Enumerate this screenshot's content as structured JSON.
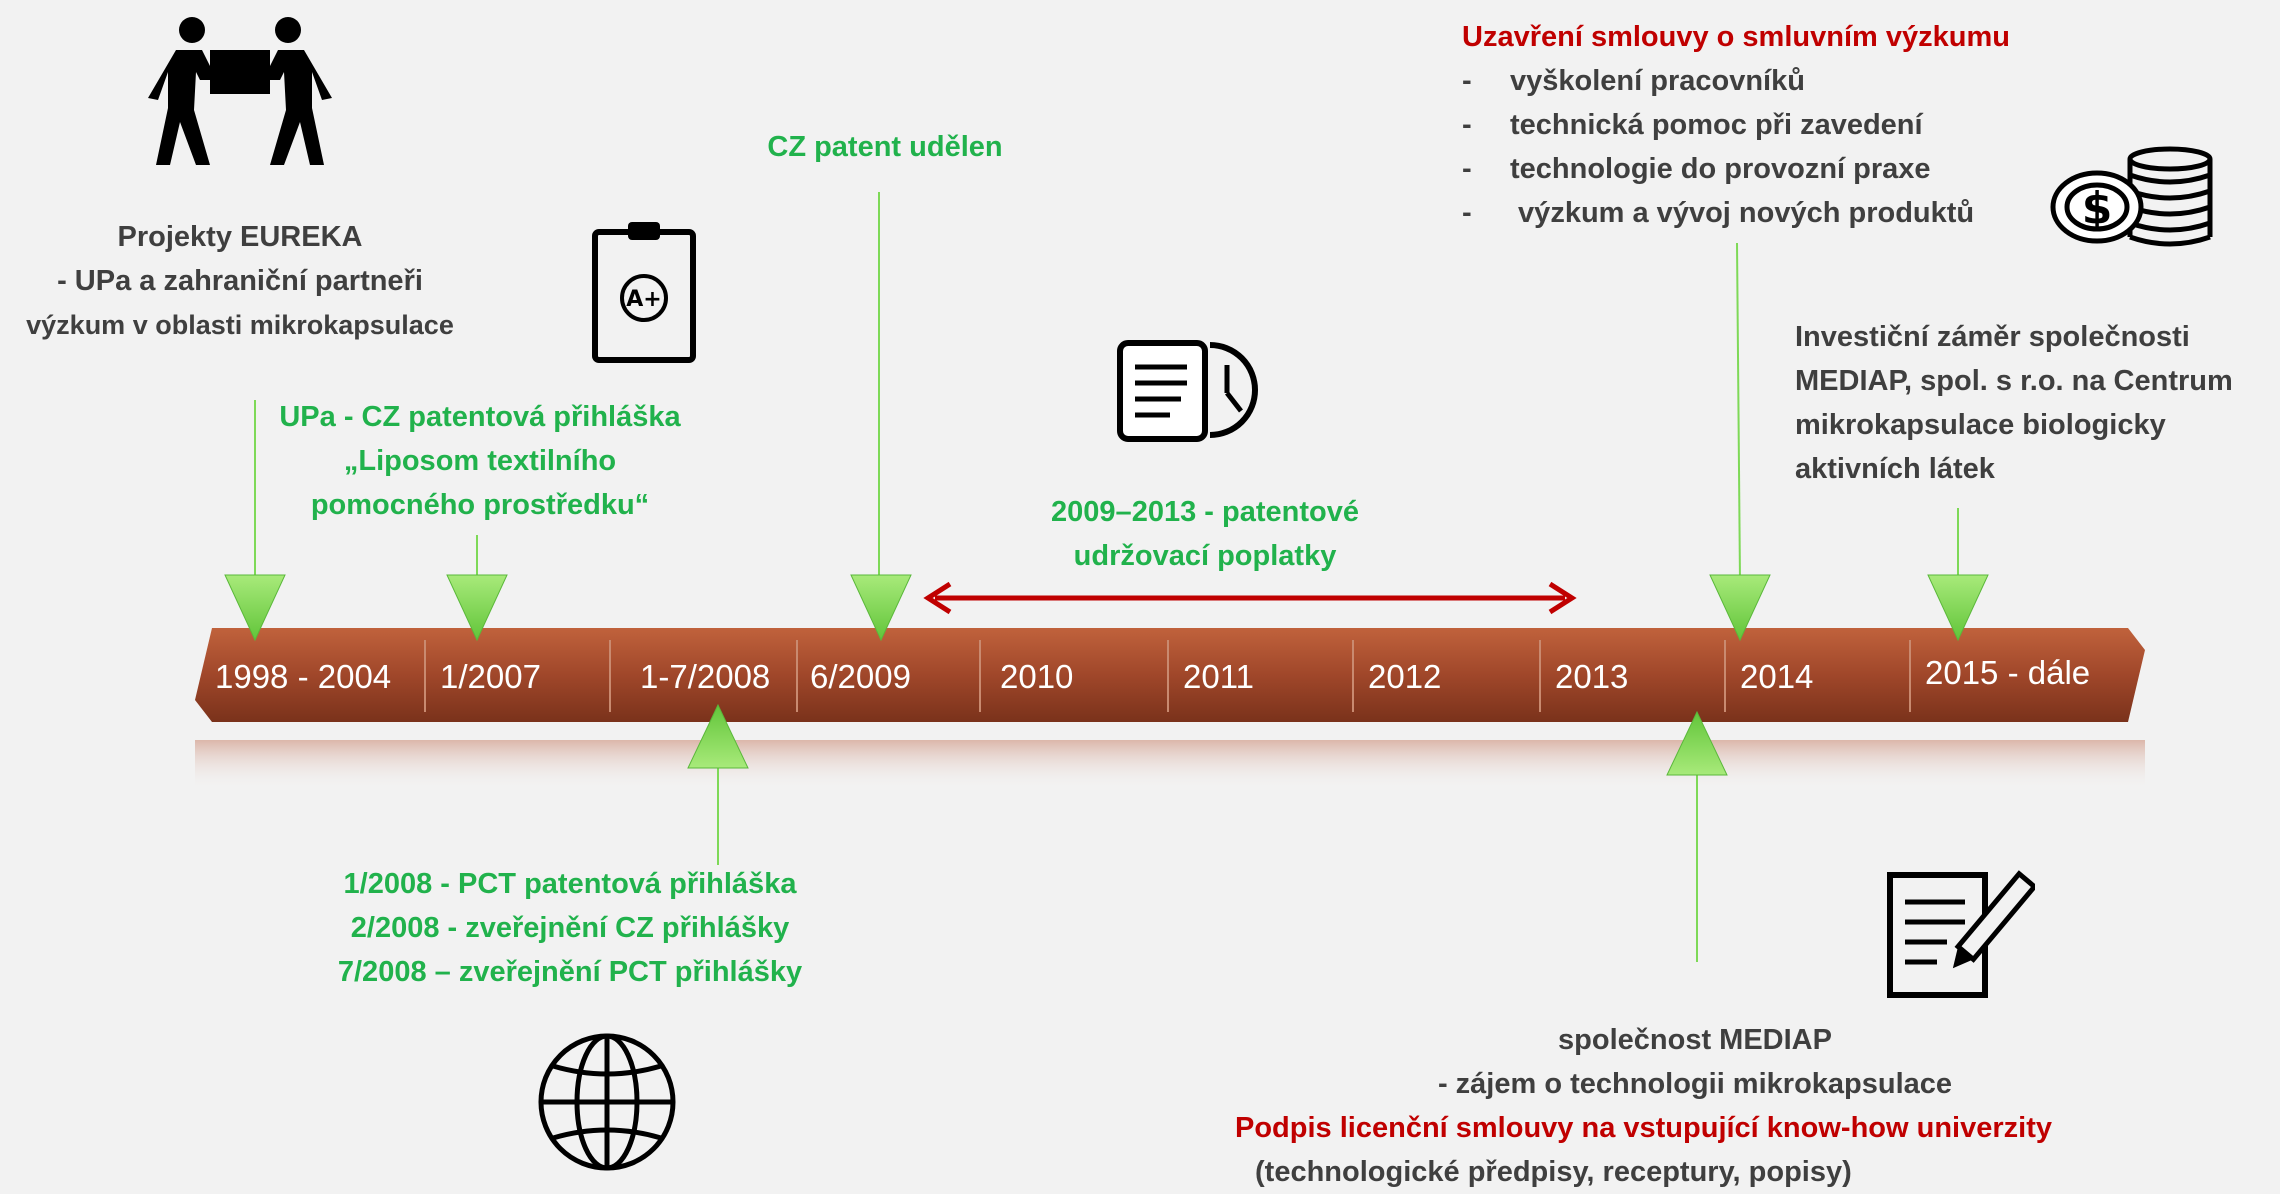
{
  "timeline": {
    "years": [
      "1998 - 2004",
      "1/2007",
      "1-7/2008",
      "6/2009",
      "2010",
      "2011",
      "2012",
      "2013",
      "2014",
      "2015 - dále"
    ]
  },
  "eureka": {
    "title": "Projekty EUREKA",
    "line1": "- UPa a zahraniční partneři",
    "line2": "výzkum v oblasti mikrokapsulace"
  },
  "upa_application": {
    "line1": "UPa - CZ patentová přihláška",
    "line2": "„Liposom textilního",
    "line3": "pomocného prostředku“"
  },
  "cz_patent": {
    "label": "CZ patent udělen"
  },
  "fees": {
    "line1": "2009–2013 - patentové",
    "line2": "udržovací poplatky"
  },
  "contract": {
    "title": "Uzavření smlouvy o smluvním výzkumu",
    "items": [
      "vyškolení pracovníků",
      "technická pomoc při zavedení",
      "technologie do provozní praxe",
      " výzkum a vývoj nových produktů"
    ]
  },
  "investment": {
    "line1": "Investiční záměr společnosti",
    "line2": "MEDIAP, spol. s r.o. na Centrum",
    "line3": "mikrokapsulace biologicky",
    "line4": "aktivních látek"
  },
  "pct": {
    "line1": "1/2008 - PCT patentová přihláška",
    "line2": "2/2008 - zveřejnění CZ přihlášky",
    "line3": "7/2008 – zveřejnění PCT přihlášky"
  },
  "mediap": {
    "line1": "společnost MEDIAP",
    "line2": "- zájem o technologii mikrokapsulace",
    "line3": "Podpis licenční smlouvy na vstupující know-how univerzity",
    "line4": "(technologické předpisy, receptury, popisy)"
  },
  "icons": [
    "handshake-box-icon",
    "clipboard-grade-icon",
    "document-clock-icon",
    "coins-dollar-icon",
    "globe-icon",
    "document-signing-icon"
  ],
  "colors": {
    "bar": "#a0472a",
    "arrow": "#7ed957",
    "green_text": "#21b24c",
    "red_text": "#c00000",
    "gray_text": "#3f3f3f"
  }
}
